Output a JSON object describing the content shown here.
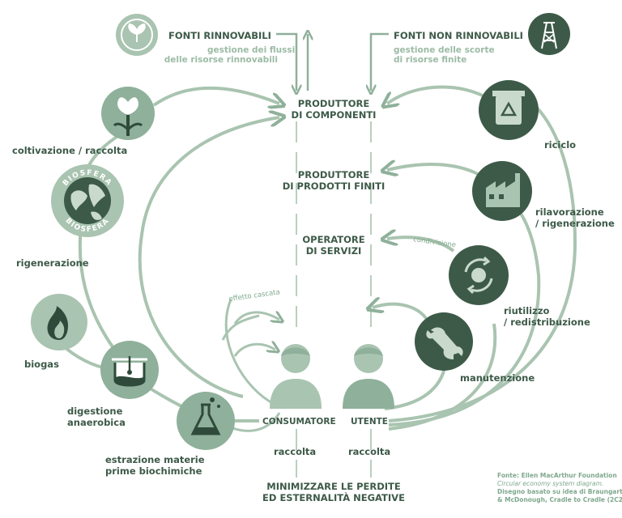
{
  "header": {
    "left_title": "FONTI RINNOVABILI",
    "left_sub1": "gestione dei flussi",
    "left_sub2": "delle risorse rinnovabili",
    "right_title": "FONTI NON RINNOVABILI",
    "right_sub1": "gestione delle scorte",
    "right_sub2": "di risorse finite"
  },
  "center": {
    "produttore_componenti_1": "PRODUTTORE",
    "produttore_componenti_2": "DI COMPONENTI",
    "produttore_prodotti_1": "PRODUTTORE",
    "produttore_prodotti_2": "DI PRODOTTI FINITI",
    "operatore_1": "OPERATORE",
    "operatore_2": "DI SERVIZI",
    "consumatore": "CONSUMATORE",
    "utente": "UTENTE",
    "raccolta_left": "raccolta",
    "raccolta_right": "raccolta",
    "bottom_1": "MINIMIZZARE LE PERDITE",
    "bottom_2": "ED ESTERNALITÀ NEGATIVE"
  },
  "left_cycle": {
    "coltivazione": "coltivazione / raccolta",
    "biosfera_top": "BIOSFERA",
    "biosfera_bottom": "BIOSFERA",
    "rigenerazione": "rigenerazione",
    "biogas": "biogas",
    "digestione_1": "digestione",
    "digestione_2": "anaerobica",
    "estrazione_1": "estrazione materie",
    "estrazione_2": "prime biochimiche",
    "effetto_cascata": "effetto cascata"
  },
  "right_cycle": {
    "riciclo": "riciclo",
    "rilavorazione_1": "rilavorazione",
    "rilavorazione_2": "/ rigenerazione",
    "condivisione": "condivisione",
    "riutilizzo_1": "riutilizzo",
    "riutilizzo_2": "/ redistribuzione",
    "manutenzione": "manutenzione"
  },
  "source": {
    "line1": "Fonte: Ellen MacArthur Foundation",
    "line2": "Circular economy system diagram.",
    "line3": "Disegno basato su idea di Braungart",
    "line4": "& McDonough, Cradle to Cradle (2C2)"
  },
  "colors": {
    "dark": "#3d5a48",
    "mid": "#8fb09a",
    "light": "#a9c4b0",
    "pale": "#c9dacd"
  },
  "icons": [
    "sprout-icon",
    "oil-derrick-icon",
    "flower-icon",
    "globe-icon",
    "flame-icon",
    "digester-icon",
    "flask-icon",
    "recycle-bin-icon",
    "factory-icon",
    "cycle-icon",
    "wrench-icon",
    "consumer-person-icon",
    "user-person-icon"
  ]
}
